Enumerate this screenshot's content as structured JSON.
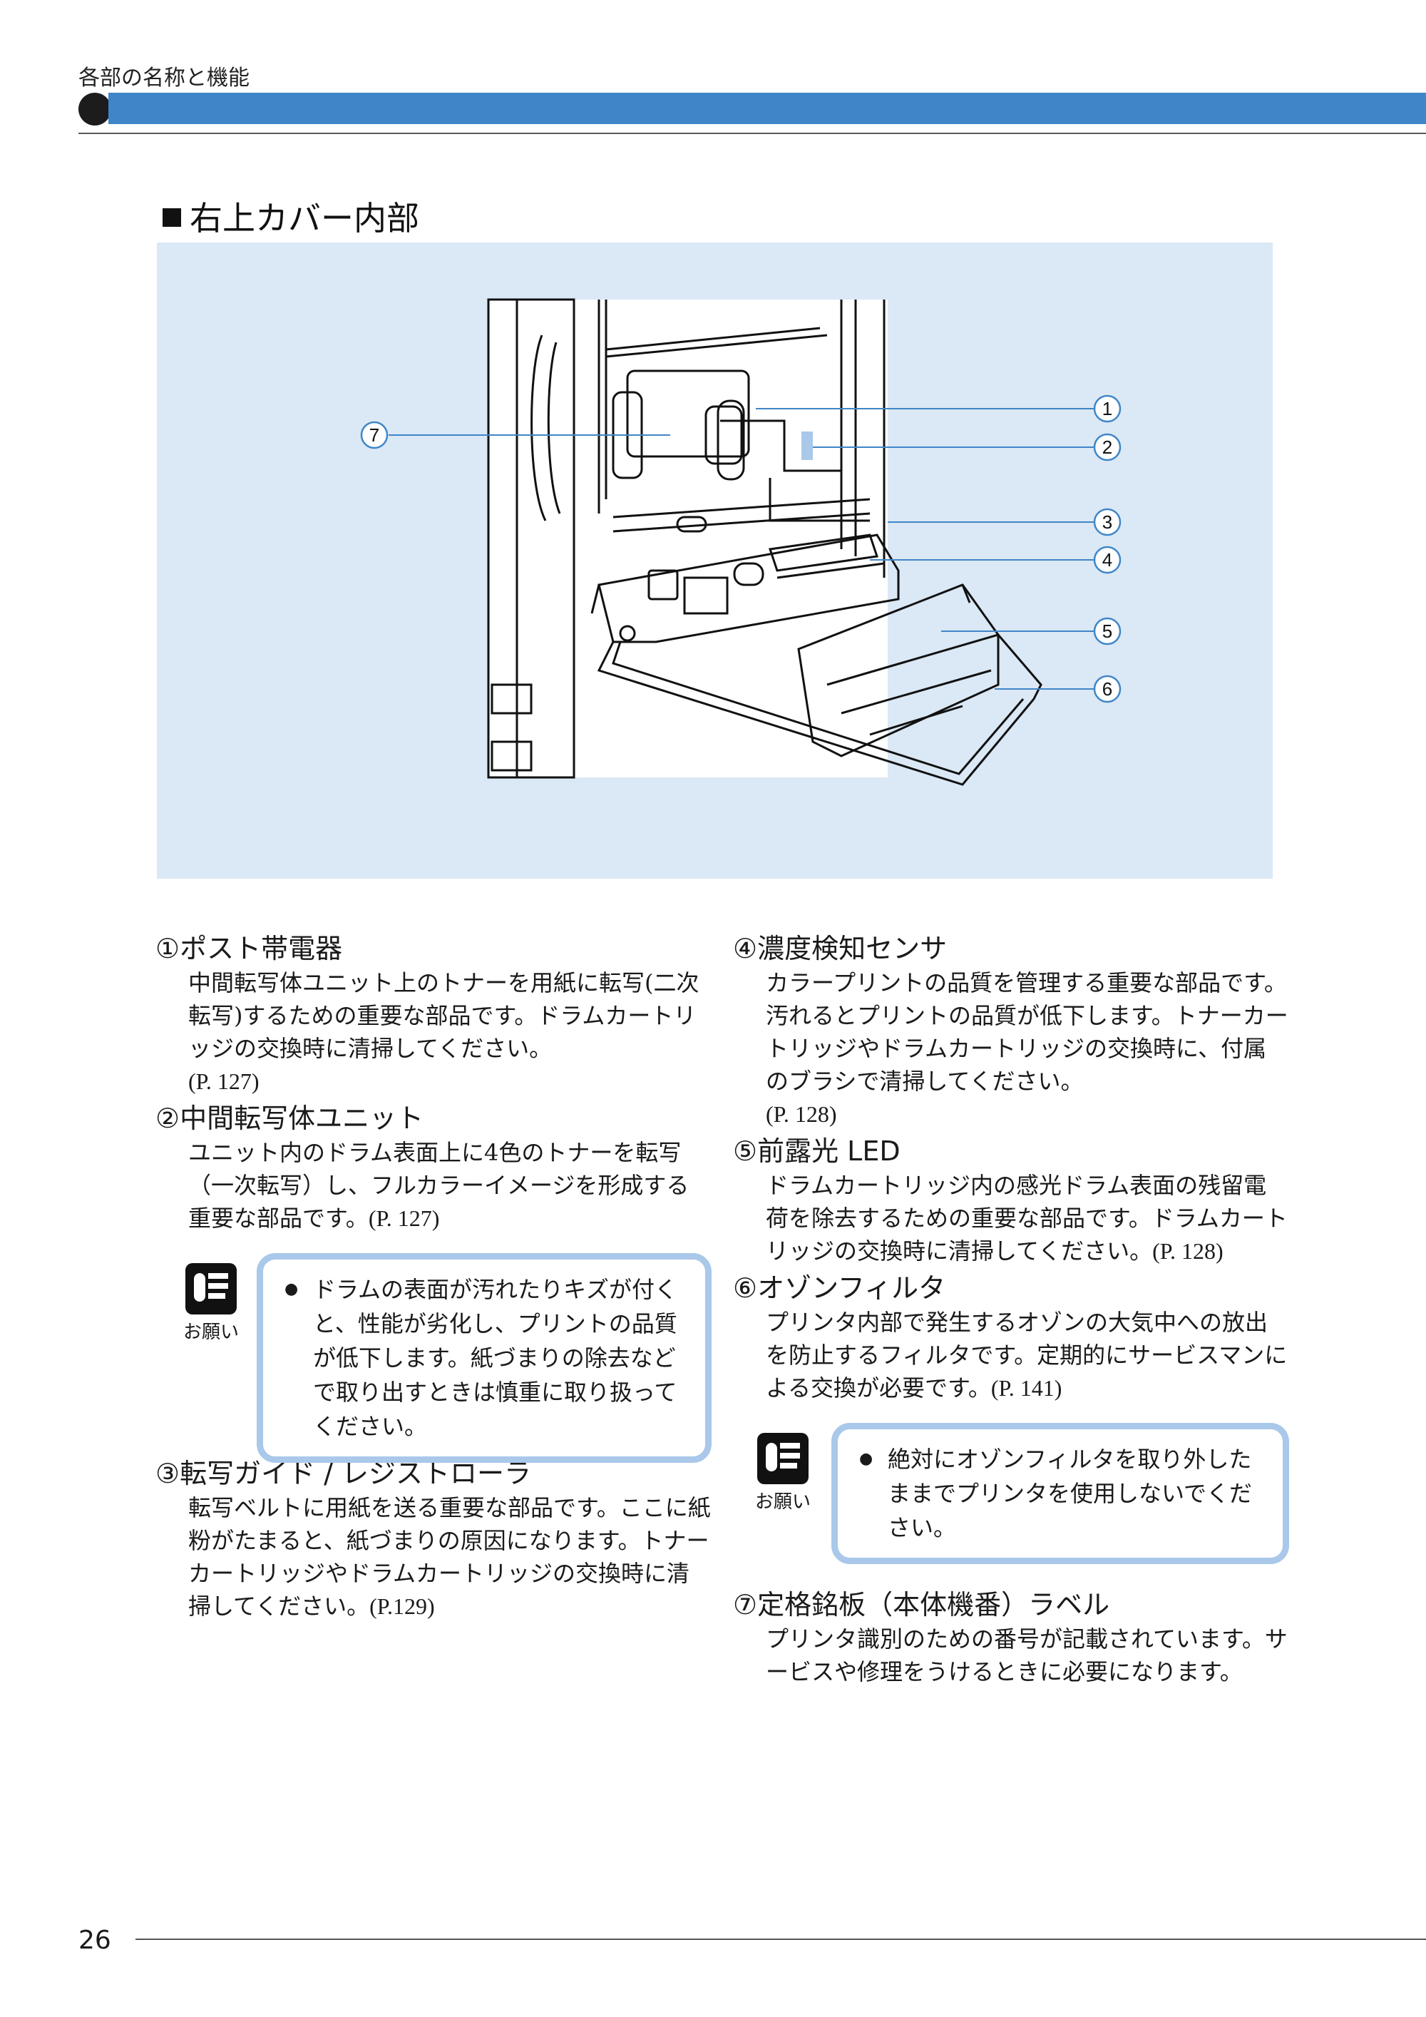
{
  "header": {
    "section": "各部の名称と機能"
  },
  "section_title": "右上カバー内部",
  "callouts": [
    "1",
    "2",
    "3",
    "4",
    "5",
    "6",
    "7"
  ],
  "items": [
    {
      "title": "①ポスト帯電器",
      "body": "中間転写体ユニット上のトナーを用紙に転写(二次転写)するための重要な部品です。ドラムカートリッジの交換時に清掃してください。",
      "ref": "(P. 127)"
    },
    {
      "title": "②中間転写体ユニット",
      "body": "ユニット内のドラム表面上に4色のトナーを転写（一次転写）し、フルカラーイメージを形成する重要な部品です。",
      "ref": "(P. 127)"
    },
    {
      "title": "③転写ガイド / レジストローラ",
      "body": "転写ベルトに用紙を送る重要な部品です。ここに紙粉がたまると、紙づまりの原因になります。トナーカートリッジやドラムカートリッジの交換時に清掃してください。",
      "ref": "(P.129)"
    },
    {
      "title": "④濃度検知センサ",
      "body": "カラープリントの品質を管理する重要な部品です。汚れるとプリントの品質が低下します。トナーカートリッジやドラムカートリッジの交換時に、付属のブラシで清掃してください。",
      "ref": "(P. 128)"
    },
    {
      "title": "⑤前露光 LED",
      "body": "ドラムカートリッジ内の感光ドラム表面の残留電荷を除去するための重要な部品です。ドラムカートリッジの交換時に清掃してください。",
      "ref": "(P. 128)"
    },
    {
      "title": "⑥オゾンフィルタ",
      "body": "プリンタ内部で発生するオゾンの大気中への放出を防止するフィルタです。定期的にサービスマンによる交換が必要です。",
      "ref": "(P. 141)"
    },
    {
      "title": "⑦定格銘板（本体機番）ラベル",
      "body": "プリンタ識別のための番号が記載されています。サービスや修理をうけるときに必要になります。",
      "ref": ""
    }
  ],
  "notes": [
    {
      "label": "お願い",
      "text": "ドラムの表面が汚れたりキズが付くと、性能が劣化し、プリントの品質が低下します。紙づまりの除去などで取り出すときは慎重に取り扱ってください。"
    },
    {
      "label": "お願い",
      "text": "絶対にオゾンフィルタを取り外したままでプリンタを使用しないでください。"
    }
  ],
  "page_number": "26",
  "colors": {
    "header_bar": "#3f86c8",
    "panel": "#dbe8f5",
    "note_border": "#a9c8ea",
    "leader": "#3f86c8"
  }
}
